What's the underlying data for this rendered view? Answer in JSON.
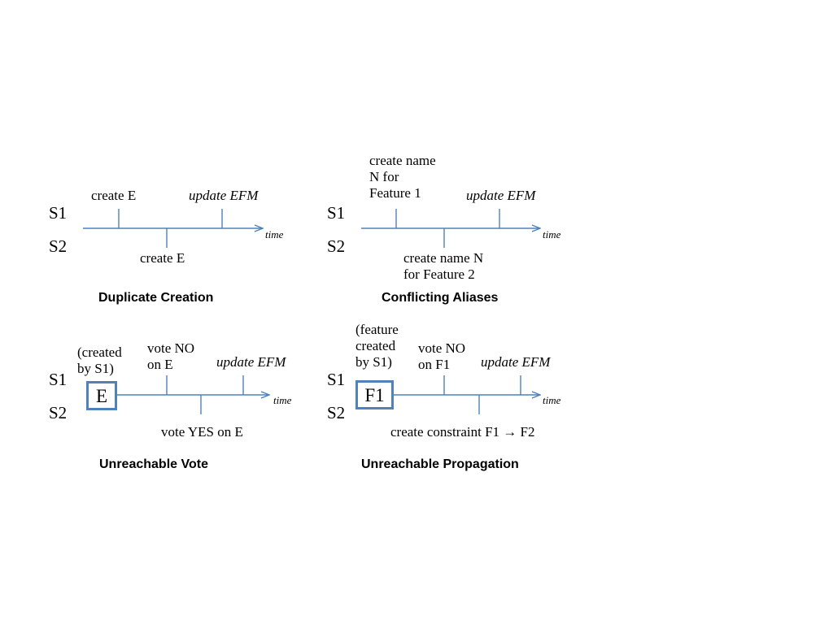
{
  "colors": {
    "line": "#4f81bd",
    "box_border": "#4f81bd",
    "text": "#000000"
  },
  "scenarios": [
    {
      "caption": "Duplicate Creation",
      "s1_label": "S1",
      "s2_label": "S2",
      "time_label": "time",
      "s1_event_1": "create E",
      "s1_event_2": "update EFM",
      "s2_event": "create E"
    },
    {
      "caption": "Conflicting Aliases",
      "s1_label": "S1",
      "s2_label": "S2",
      "time_label": "time",
      "s1_event_1": "create name\nN for\nFeature 1",
      "s1_event_2": "update EFM",
      "s2_event": "create name N\nfor Feature 2"
    },
    {
      "caption": "Unreachable Vote",
      "s1_label": "S1",
      "s2_label": "S2",
      "time_label": "time",
      "box_label": "E",
      "box_note": "(created\nby S1)",
      "s1_event_1": "vote  NO\non E",
      "s1_event_2": "update EFM",
      "s2_event": "vote  YES on E"
    },
    {
      "caption": "Unreachable Propagation",
      "s1_label": "S1",
      "s2_label": "S2",
      "time_label": "time",
      "box_label": "F1",
      "box_note": "(feature\ncreated\nby S1)",
      "s1_event_1": "vote  NO\non F1",
      "s1_event_2": "update EFM",
      "s2_event": "create constraint F1 → F2"
    }
  ]
}
